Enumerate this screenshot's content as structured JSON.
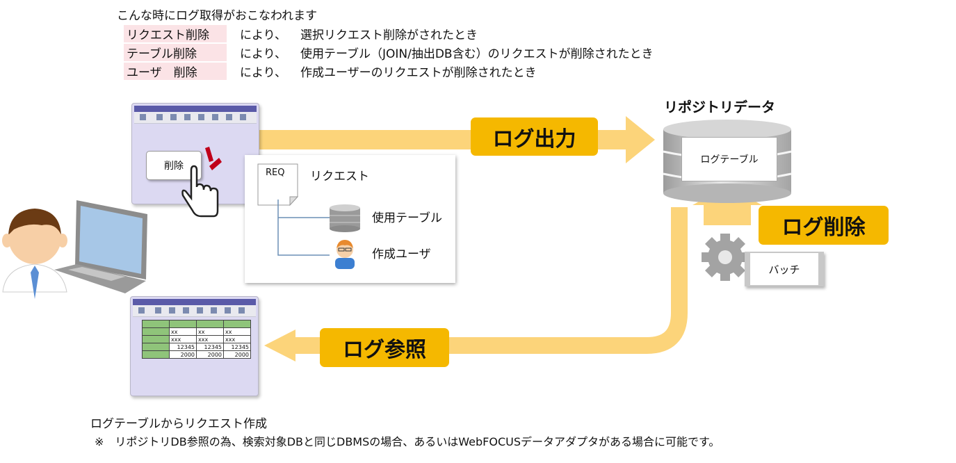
{
  "header": {
    "intro": "こんな時にログ取得がおこなわれます",
    "rows": [
      {
        "label": "リクエスト削除",
        "by": "により、",
        "desc": "選択リクエスト削除がされたとき"
      },
      {
        "label": "テーブル削除",
        "by": "により、",
        "desc": "使用テーブル（JOIN/抽出DB含む）のリクエストが削除されたとき"
      },
      {
        "label": "ユーザ　削除",
        "by": "により、",
        "desc": "作成ユーザーのリクエストが削除されたとき"
      }
    ]
  },
  "delete_window": {
    "button_label": "削除"
  },
  "request_card": {
    "doc_label": "REQ",
    "title": "リクエスト",
    "table_label": "使用テーブル",
    "user_label": "作成ユーザ"
  },
  "repository": {
    "title": "リポジトリデータ",
    "table_label": "ログテーブル"
  },
  "badges": {
    "log_output": "ログ出力",
    "log_delete": "ログ削除",
    "log_reference": "ログ参照"
  },
  "batch": {
    "label": "バッチ"
  },
  "result_table": {
    "rows": [
      [
        "",
        "",
        "",
        ""
      ],
      [
        "",
        "xx",
        "xx",
        "xx"
      ],
      [
        "",
        "xxx",
        "xxx",
        "xxx"
      ],
      [
        "",
        "12345",
        "12345",
        "12345"
      ],
      [
        "",
        "2000",
        "2000",
        "2000"
      ]
    ]
  },
  "footer": {
    "line1": "ログテーブルからリクエスト作成",
    "line2": "※　リポジトリDB参照の為、検索対象DBと同じDBMSの場合、あるいはWebFOCUSデータアダプタがある場合に可能です。"
  },
  "colors": {
    "arrow": "#fcd47a",
    "badge": "#f5b800",
    "window": "#dcd9f2",
    "cylinder": "#bfbfbf"
  }
}
